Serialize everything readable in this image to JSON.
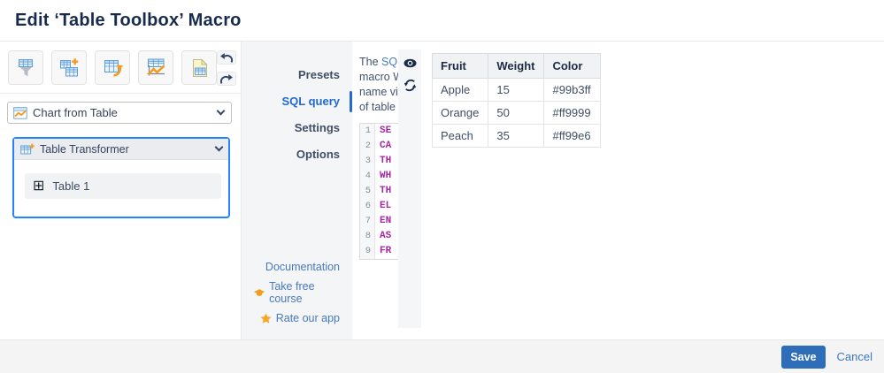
{
  "header": {
    "title": "Edit ‘Table Toolbox’ Macro"
  },
  "toolbar": {
    "buttons": [
      {
        "icon": "filter-table-icon"
      },
      {
        "icon": "add-table-icon"
      },
      {
        "icon": "pivot-table-icon"
      },
      {
        "icon": "chart-from-table-icon"
      },
      {
        "icon": "page-layout-icon"
      }
    ],
    "history_icons": [
      "undo-icon",
      "redo-icon"
    ]
  },
  "left_panel": {
    "chart_select": {
      "label": "Chart from Table",
      "icon": "chart-from-table-mini-icon"
    },
    "transformer": {
      "label": "Table Transformer",
      "icon": "table-transformer-icon",
      "items": [
        {
          "label": "Table 1",
          "icon": "table-grid-icon"
        }
      ]
    }
  },
  "nav": {
    "items": [
      {
        "label": "Presets",
        "selected": false
      },
      {
        "label": "SQL query",
        "selected": true
      },
      {
        "label": "Settings",
        "selected": false
      },
      {
        "label": "Options",
        "selected": false
      }
    ],
    "links": [
      {
        "label": "Documentation",
        "icon": ""
      },
      {
        "label": "Take free course",
        "icon": "graduation-cap-icon"
      },
      {
        "label": "Rate our app",
        "icon": "star-icon"
      }
    ]
  },
  "sql_panel": {
    "description": {
      "line1_prefix": "The ",
      "line1_link": "SQL",
      "line2": "macro W",
      "line3": "name vi",
      "line4": "of table"
    },
    "code_lines": [
      {
        "num": "1",
        "text": "SE"
      },
      {
        "num": "2",
        "text": "CA"
      },
      {
        "num": "3",
        "text": "TH"
      },
      {
        "num": "4",
        "text": "WH"
      },
      {
        "num": "5",
        "text": "TH"
      },
      {
        "num": "6",
        "text": "EL"
      },
      {
        "num": "7",
        "text": "EN"
      },
      {
        "num": "8",
        "text": "AS"
      },
      {
        "num": "9",
        "text": "FR"
      }
    ]
  },
  "preview": {
    "strip_icons": [
      "eye-icon",
      "refresh-icon"
    ],
    "table": {
      "headers": [
        "Fruit",
        "Weight",
        "Color"
      ],
      "rows": [
        [
          "Apple",
          "15",
          "#99b3ff"
        ],
        [
          "Orange",
          "50",
          "#ff9999"
        ],
        [
          "Peach",
          "35",
          "#ff99e6"
        ]
      ]
    }
  },
  "footer": {
    "save_label": "Save",
    "cancel_label": "Cancel"
  },
  "colors": {
    "title": "#172b4d",
    "nav_bg": "#f4f5f7",
    "selected_nav": "#2269d3",
    "link": "#4779bd",
    "accent_border": "#2684ff",
    "save_button": "#2e6db8",
    "keyword": "#a626a4",
    "icon_orange": "#f59b1e"
  }
}
